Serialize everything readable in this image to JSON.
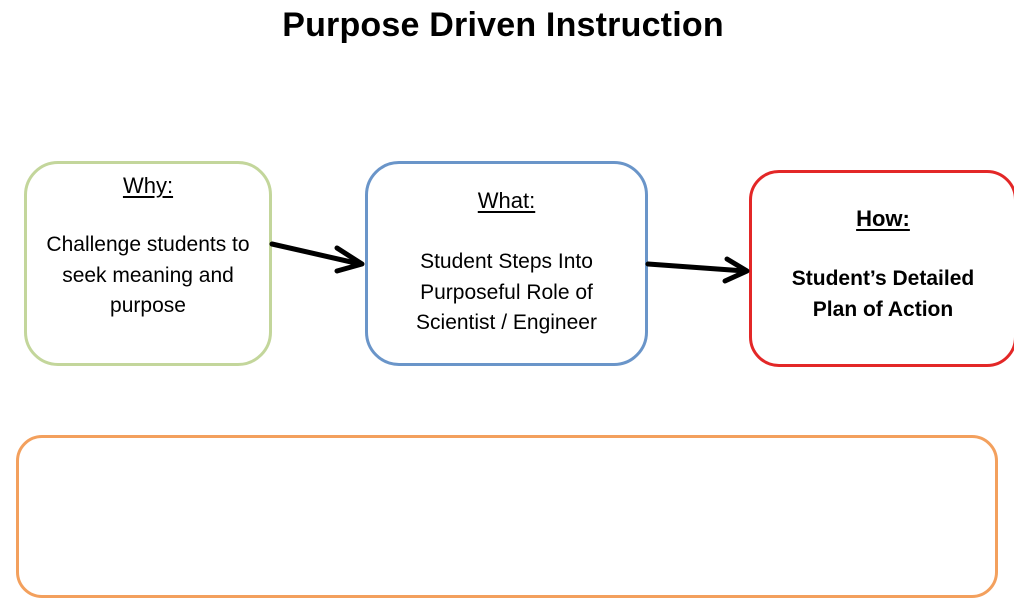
{
  "title": "Purpose Driven Instruction",
  "boxes": {
    "why": {
      "heading": "Why:",
      "lines": [
        "Challenge students to",
        "seek meaning and",
        "purpose"
      ],
      "border_color": "#c3d69b"
    },
    "what": {
      "heading": "What:",
      "lines": [
        "Student Steps Into",
        "Purposeful Role of",
        "Scientist / Engineer"
      ],
      "border_color": "#6a95c9"
    },
    "how": {
      "heading": "How:",
      "lines": [
        "Student’s Detailed",
        "Plan of Action"
      ],
      "border_color": "#e32727"
    },
    "bottom": {
      "border_color": "#f3a05d"
    }
  },
  "arrow_color": "#000000"
}
